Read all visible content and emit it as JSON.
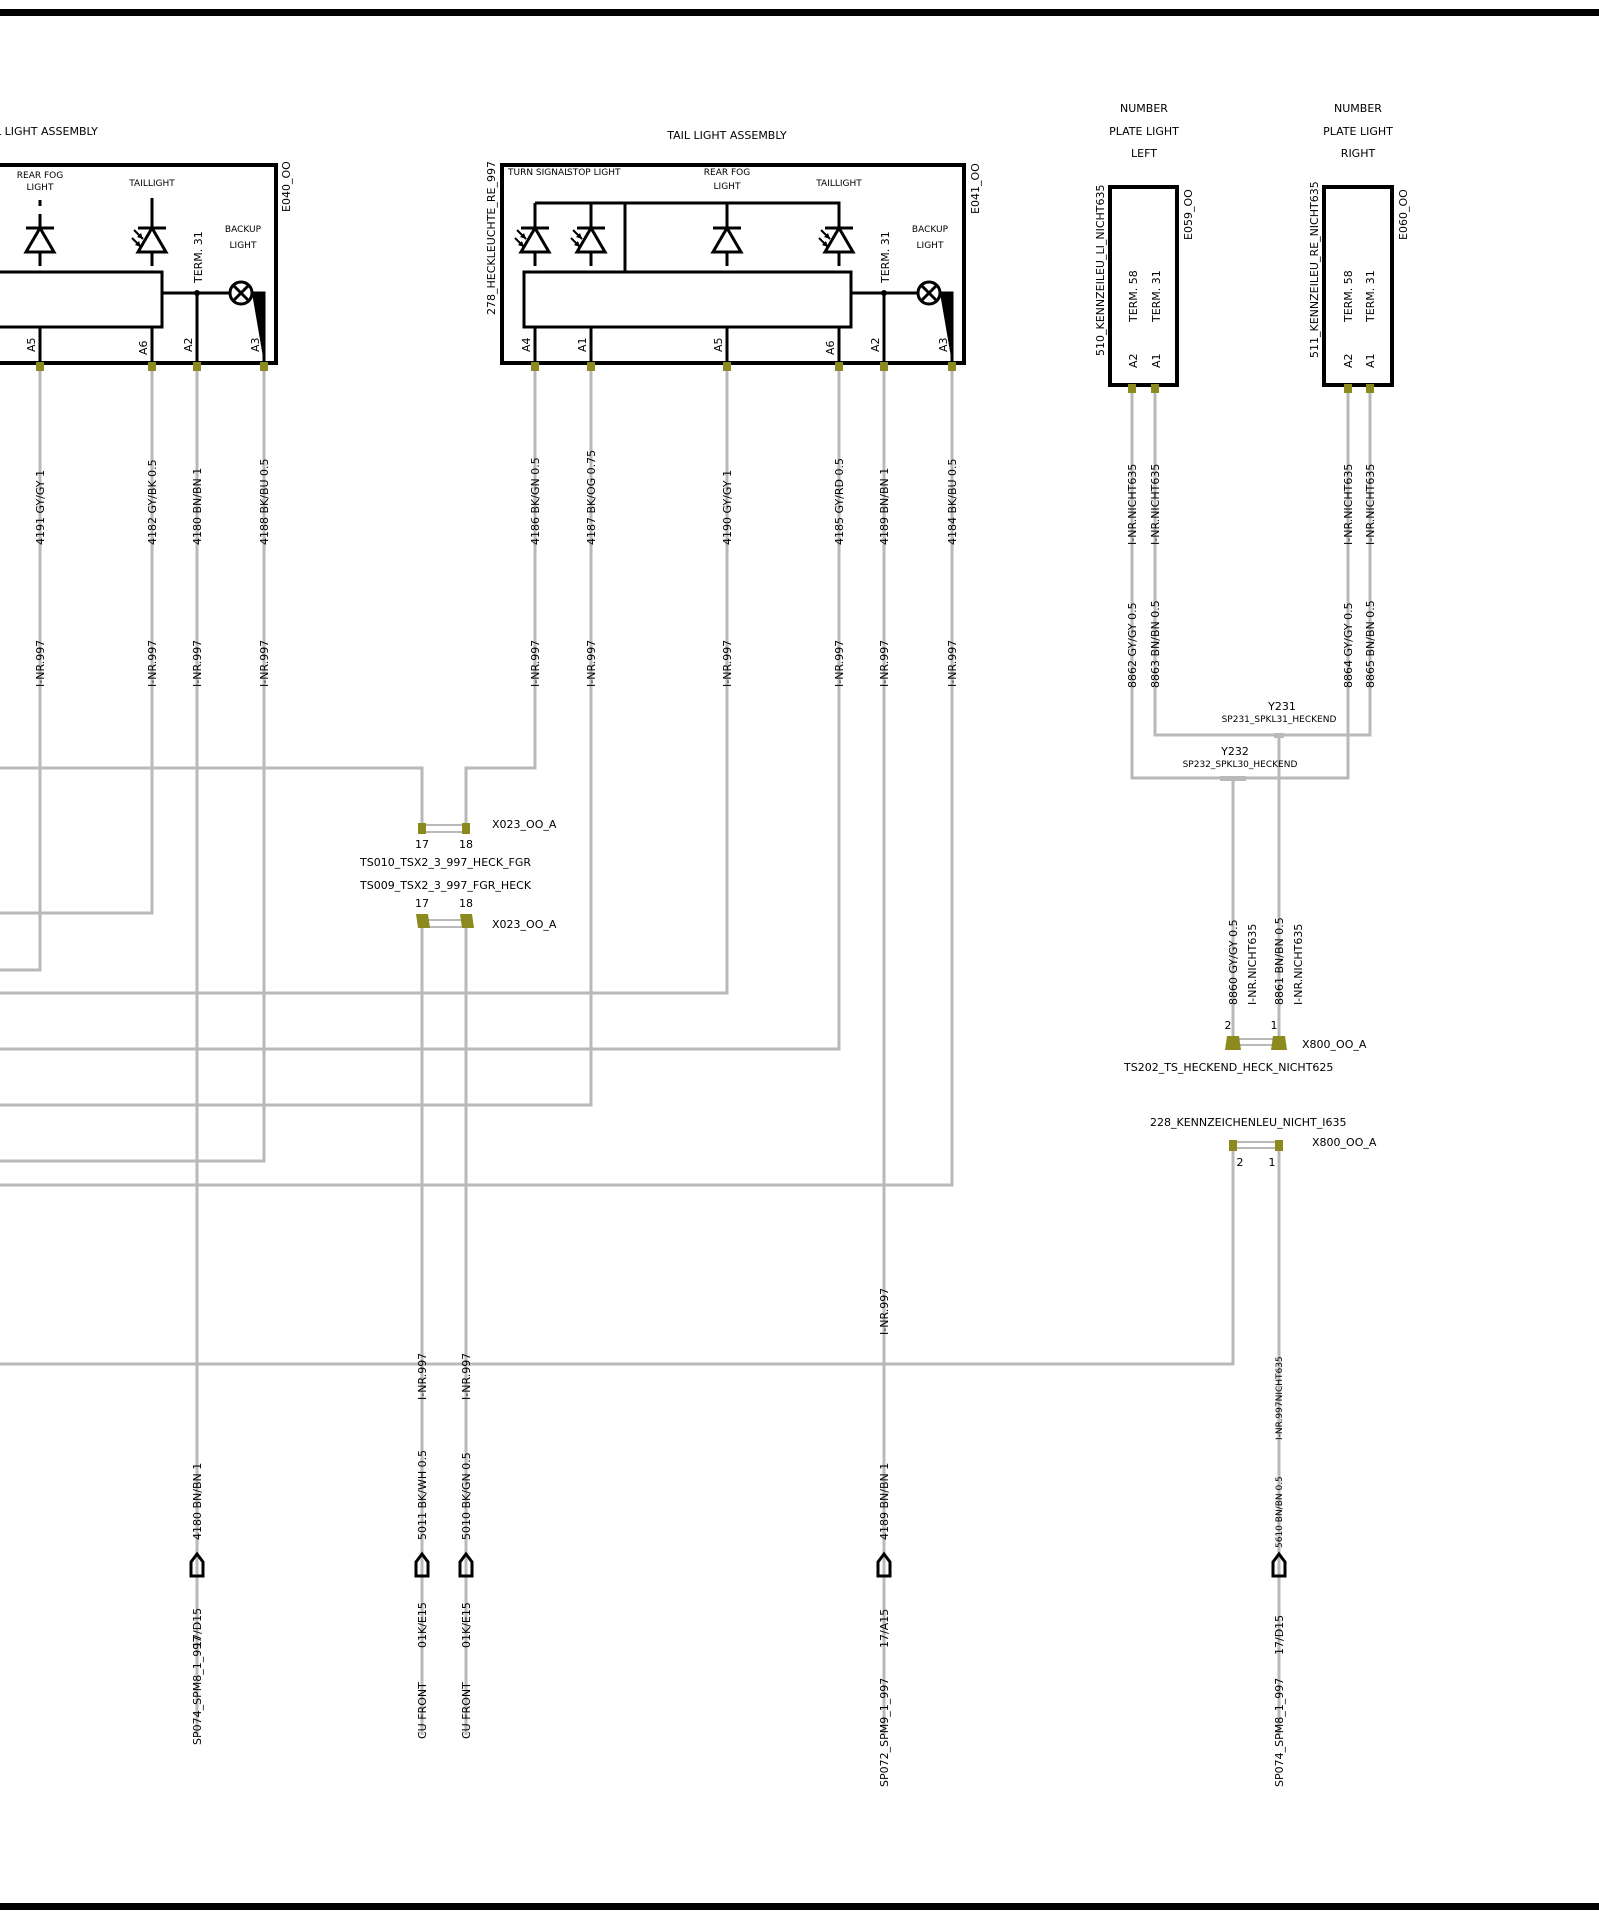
{
  "title_left": "L LIGHT ASSEMBLY",
  "title_right": "TAIL LIGHT ASSEMBLY",
  "plate_left_title": [
    "NUMBER",
    "PLATE LIGHT",
    "LEFT"
  ],
  "plate_right_title": [
    "NUMBER",
    "PLATE LIGHT",
    "RIGHT"
  ],
  "comp_left_id": "E040_OO",
  "comp_right_id": "E041_OO",
  "comp_plate_left_id": "E059_OO",
  "comp_plate_right_id": "E060_OO",
  "comp_right_name": "278_HECKLEUCHTE_RE_997",
  "plate_left_name": "510_KENNZEILEU_LI_NICHT635",
  "plate_right_name": "511_KENNZEILEU_RE_NICHT635",
  "labels": {
    "turn_signal": "TURN SIGNAL",
    "stop_light": "STOP LIGHT",
    "rear_fog": "REAR FOG",
    "light": "LIGHT",
    "taillight": "TAILLIGHT",
    "backup": "BACKUP",
    "term31": "TERM. 31",
    "term58": "TERM. 58"
  },
  "pins_left": [
    "A5",
    "A6",
    "A2",
    "A3"
  ],
  "pins_right": [
    "A4",
    "A1",
    "A5",
    "A6",
    "A2",
    "A3"
  ],
  "pins_plate": [
    "A2",
    "A1"
  ],
  "wires_left": [
    "4191 GY/GY 1",
    "4182 GY/BK 0.5",
    "4180 BN/BN 1",
    "4188 BK/BU 0.5"
  ],
  "wires_right": [
    "4186 BK/GN 0.5",
    "4187 BK/OG 0.75",
    "4190 GY/GY 1",
    "4185 GY/RD 0.5",
    "4189 BN/BN 1",
    "4184 BK/BU 0.5"
  ],
  "inr997": "I-NR.997",
  "inrnicht635": "I-NR.NICHT635",
  "wires_plate": [
    "8862 GY/GY 0.5",
    "8863 BN/BN 0.5",
    "8864 GY/GY 0.5",
    "8865 BN/BN 0.5"
  ],
  "splices": {
    "y231": "Y231",
    "y231_name": "SP231_SPKL31_HECKEND",
    "y232": "Y232",
    "y232_name": "SP232_SPKL30_HECKEND"
  },
  "connectors": {
    "x023": "X023_OO_A",
    "pin17": "17",
    "pin18": "18",
    "ts010": "TS010_TSX2_3_997_HECK_FGR",
    "ts009": "TS009_TSX2_3_997_FGR_HECK",
    "x800": "X800_OO_A",
    "pin1": "1",
    "pin2": "2",
    "ts202": "TS202_TS_HECKEND_HECK_NICHT625",
    "k228": "228_KENNZEICHENLEU_NICHT_I635"
  },
  "x800_wires": [
    "8860 GY/GY 0.5",
    "8861 BN/BN 0.5"
  ],
  "bottom_wires": {
    "w4180": "4180 BN/BN 1",
    "w5011": "5011 BK/WH 0.5",
    "w5010": "5010 BK/GN 0.5",
    "w4189": "4189 BN/BN 1",
    "w5610": "5610 BN/BN 0.5",
    "inr997nicht635": "I-NR.997NICHT635"
  },
  "terminals": [
    {
      "ref": "17/D15",
      "name": "SP074_SPM8_1_997"
    },
    {
      "ref": "01K/E15",
      "name": "CU FRONT"
    },
    {
      "ref": "01K/E15",
      "name": "CU FRONT"
    },
    {
      "ref": "17/A15",
      "name": "SP072_SPM9_1_997"
    },
    {
      "ref": "17/D15",
      "name": "SP074_SPM8_1_997"
    }
  ],
  "colors": {
    "wire": "#b9b9b9",
    "pin": "#8c8a1f",
    "ink": "#000000"
  }
}
